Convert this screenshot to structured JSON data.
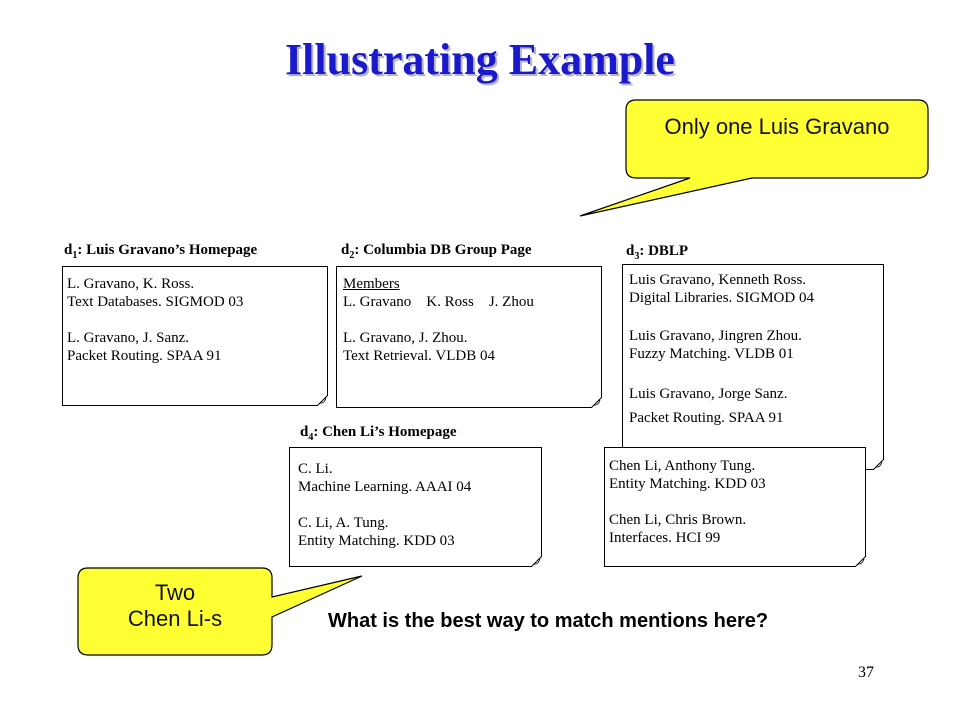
{
  "title": "Illustrating Example",
  "callouts": {
    "top": "Only one Luis Gravano",
    "bottom_line1": "Two",
    "bottom_line2": "Chen Li-s"
  },
  "documents": {
    "d1": {
      "label_prefix": "d",
      "label_sub": "1",
      "label_rest": ": Luis Gravano’s Homepage",
      "lines": [
        "L. Gravano, K. Ross.",
        "Text Databases. SIGMOD 03",
        "",
        "L. Gravano, J. Sanz.",
        "Packet Routing. SPAA 91"
      ]
    },
    "d2": {
      "label_prefix": "d",
      "label_sub": "2",
      "label_rest": ": Columbia DB Group Page",
      "heading": "Members",
      "members_line": "L. Gravano    K. Ross    J. Zhou",
      "lines": [
        "L. Gravano, J. Zhou.",
        "Text Retrieval. VLDB 04"
      ]
    },
    "d3": {
      "label_prefix": "d",
      "label_sub": "3",
      "label_rest": ": DBLP",
      "lines_top": [
        "Luis Gravano, Kenneth Ross.",
        "Digital Libraries. SIGMOD 04",
        "",
        "Luis Gravano, Jingren Zhou.",
        "Fuzzy Matching. VLDB 01",
        "",
        "Luis Gravano, Jorge Sanz.",
        "Packet Routing. SPAA 91"
      ],
      "lines_bottom": [
        "Chen Li, Anthony Tung.",
        "Entity Matching. KDD 03",
        "",
        "Chen Li, Chris Brown.",
        "Interfaces. HCI 99"
      ]
    },
    "d4": {
      "label_prefix": "d",
      "label_sub": "4",
      "label_rest": ": Chen Li’s Homepage",
      "lines": [
        "C. Li.",
        "Machine Learning. AAAI 04",
        "",
        "C. Li, A. Tung.",
        "Entity Matching. KDD 03"
      ]
    }
  },
  "question": "What is the best way to match mentions here?",
  "page_number": "37",
  "colors": {
    "title": "#1a1acc",
    "callout_fill": "#ffff33"
  }
}
